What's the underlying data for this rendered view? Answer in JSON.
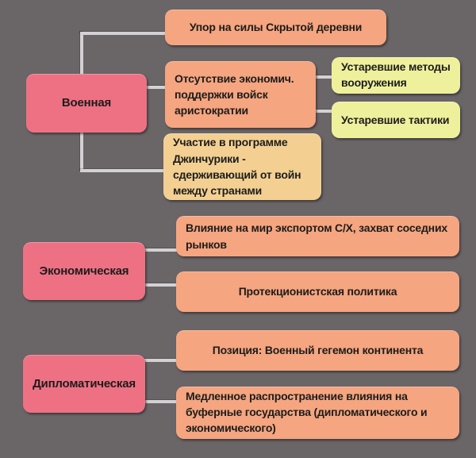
{
  "mindmap": {
    "palette": {
      "background": "#6a6567",
      "branch_node": "#ee7183",
      "child_node": "#f5a57f",
      "accent_node": "#f3d092",
      "leaf_node": "#eff09b",
      "connector": "#d3d1d3",
      "text": "#1c1c1c"
    },
    "branches": [
      {
        "label": "Военная",
        "children": [
          {
            "label": "Упор на силы Скрытой деревни"
          },
          {
            "label": "Отсутствие экономич. поддержки войск аристократии",
            "children": [
              {
                "label": "Устаревшие методы вооружения"
              },
              {
                "label": "Устаревшие тактики"
              }
            ]
          },
          {
            "label": "Участие в программе Джинчурики - сдерживающий от войн между странами"
          }
        ]
      },
      {
        "label": "Экономическая",
        "children": [
          {
            "label": "Влияние на мир экспортом С/Х, захват соседних рынков"
          },
          {
            "label": "Протекционистская политика"
          }
        ]
      },
      {
        "label": "Дипломатическая",
        "children": [
          {
            "label": "Позиция: Военный гегемон континента"
          },
          {
            "label": "Медленное распространение влияния на буферные государства (дипломатического и экономического)"
          }
        ]
      }
    ]
  }
}
